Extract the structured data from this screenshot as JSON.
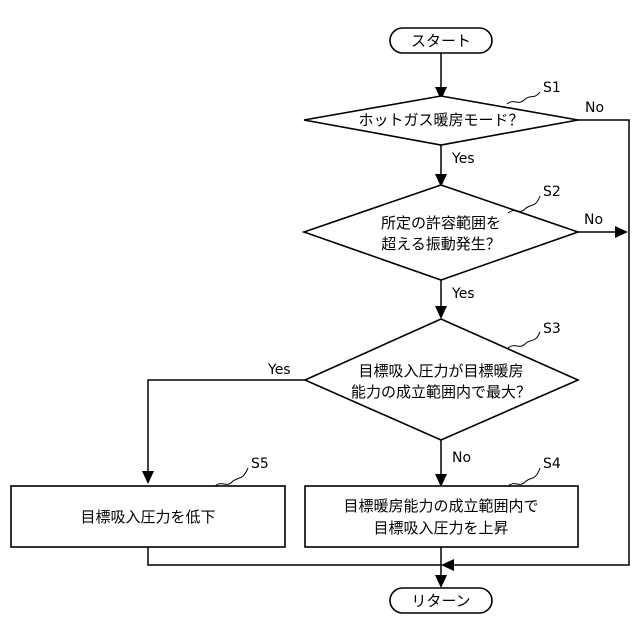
{
  "terminals": {
    "start": "スタート",
    "end": "リターン"
  },
  "steps": {
    "s1": {
      "label": "S1",
      "text": "ホットガス暖房モード？"
    },
    "s2": {
      "label": "S2",
      "line1": "所定の許容範囲を",
      "line2": "超える振動発生？"
    },
    "s3": {
      "label": "S3",
      "line1": "目標吸入圧力が目標暖房",
      "line2": "能力の成立範囲内で最大？"
    },
    "s4": {
      "label": "S4",
      "line1": "目標暖房能力の成立範囲内で",
      "line2": "目標吸入圧力を上昇"
    },
    "s5": {
      "label": "S5",
      "text": "目標吸入圧力を低下"
    }
  },
  "branches": {
    "s1_yes": "Yes",
    "s1_no": "No",
    "s2_yes": "Yes",
    "s2_no": "No",
    "s3_yes": "Yes",
    "s3_no": "No"
  }
}
